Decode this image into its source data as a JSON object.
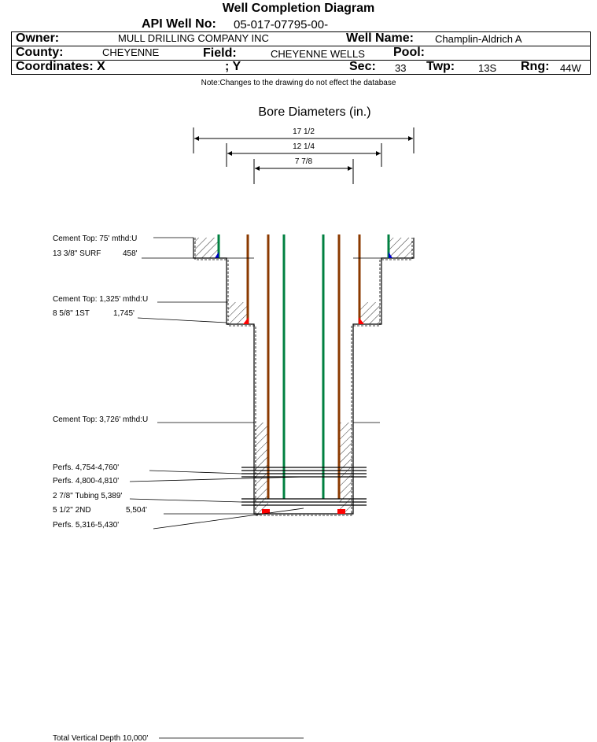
{
  "header": {
    "title": "Well Completion Diagram",
    "api_label": "API Well No:",
    "api_value": "05-017-07795-00-",
    "owner_label": "Owner:",
    "owner_value": "MULL DRILLING COMPANY INC",
    "well_name_label": "Well Name:",
    "well_name_value": "Champlin-Aldrich A",
    "county_label": "County:",
    "county_value": "CHEYENNE",
    "field_label": "Field:",
    "field_value": "CHEYENNE WELLS",
    "pool_label": "Pool:",
    "coord_label": "Coordinates: X",
    "coord_y_label": "; Y",
    "sec_label": "Sec:",
    "sec_value": "33",
    "twp_label": "Twp:",
    "twp_value": "13S",
    "rng_label": "Rng:",
    "rng_value": "44W"
  },
  "note": "Note:Changes to the drawing do not effect the database",
  "bore": {
    "title": "Bore Diameters (in.)",
    "diameters": [
      "17 1/2",
      "12 1/4",
      "7 7/8"
    ]
  },
  "annotations": {
    "cement_top_1": "Cement Top: 75' mthd:U",
    "casing_1": "13 3/8\" SURF",
    "casing_1_depth": "458'",
    "cement_top_2": "Cement Top: 1,325' mthd:U",
    "casing_2": "8 5/8\" 1ST",
    "casing_2_depth": "1,745'",
    "cement_top_3": "Cement Top: 3,726' mthd:U",
    "perfs_1": "Perfs. 4,754-4,760'",
    "perfs_2": "Perfs. 4,800-4,810'",
    "tubing": "2 7/8\" Tubing 5,389'",
    "casing_3": "5 1/2\" 2ND",
    "casing_3_depth": "5,504'",
    "perfs_3": "Perfs. 5,316-5,430'",
    "tvd": "Total Vertical Depth 10,000'"
  },
  "colors": {
    "tubing": "#008040",
    "casing": "#8b3a00",
    "shoe_red": "#ff0000",
    "shoe_blue": "#0000cc"
  }
}
